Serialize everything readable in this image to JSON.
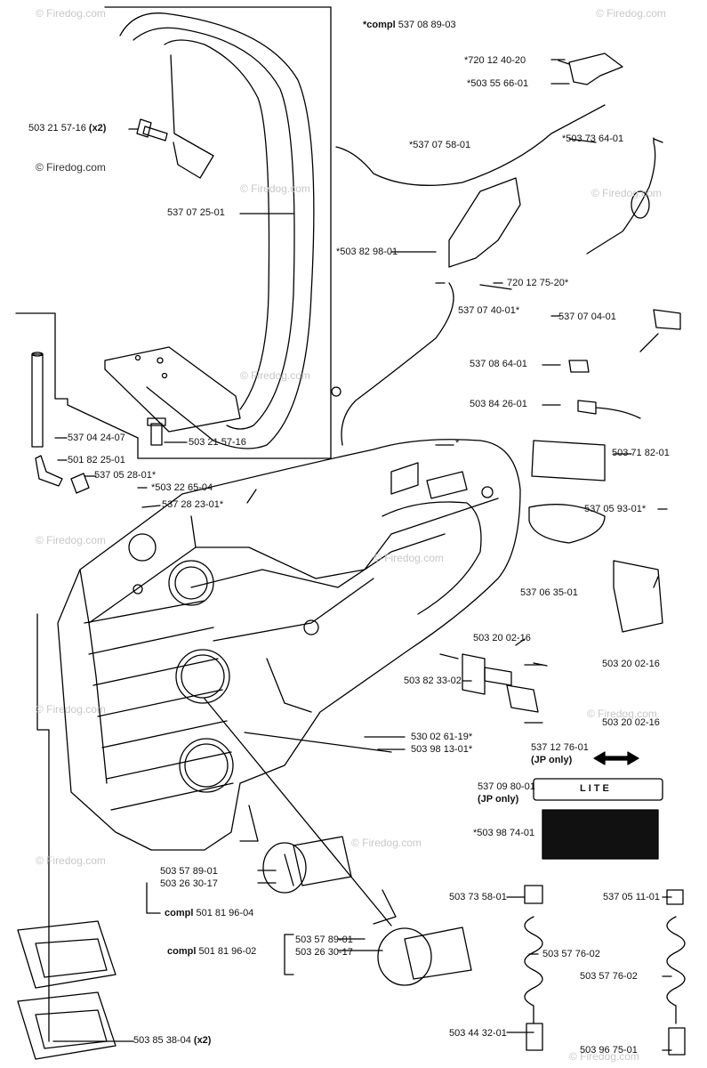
{
  "watermark": "© Firedog.com",
  "labels": {
    "compl_top": {
      "prefix": "*compl",
      "num": "537 08 89-03"
    },
    "l_720_12_40_20": "*720 12 40-20",
    "l_503_55_66_01": "*503 55 66-01",
    "l_503_21_57_16_x2": "503 21 57-16",
    "x2": "(x2)",
    "l_537_07_58_01": "*537 07 58-01",
    "l_503_73_64_01": "*503 73 64-01",
    "l_537_07_25_01": "537 07 25-01",
    "l_503_82_98_01": "*503 82 98-01",
    "l_720_12_75_20": "720 12 75-20*",
    "l_537_07_40_01": "537 07 40-01*",
    "l_537_07_04_01": "537 07 04-01",
    "l_537_08_64_01": "537 08 64-01",
    "l_503_84_26_01": "503 84 26-01",
    "l_537_04_24_07": "537 04 24-07",
    "l_503_21_57_16": "503 21 57-16",
    "l_star": "*",
    "l_503_71_82_01": "503 71 82-01",
    "l_501_82_25_01": "501 82 25-01",
    "l_537_05_28_01": "537 05 28-01*",
    "l_503_22_65_04": "*503 22 65-04",
    "l_537_28_23_01": "537 28 23-01*",
    "l_537_05_93_01": "537 05 93-01*",
    "l_537_06_35_01": "537 06 35-01",
    "l_503_20_02_16_a": "503 20 02-16",
    "l_503_20_02_16_b": "503 20 02-16",
    "l_503_82_33_02": "503 82 33-02",
    "l_503_20_02_16_c": "503 20 02-16",
    "l_530_02_61_19": "530 02 61-19*",
    "l_503_98_13_01": "503 98 13-01*",
    "l_537_12_76_01": "537 12 76-01",
    "jp_only_1": "(JP only)",
    "l_537_09_80_01": "537 09 80-01",
    "jp_only_2": "(JP only)",
    "lite_plate": "LITE",
    "l_503_98_74_01": "*503 98 74-01",
    "l_503_57_89_01_a": "503 57 89-01",
    "l_503_26_30_17_a": "503 26 30-17",
    "compl_1": {
      "prefix": "compl",
      "num": "501 81 96-04"
    },
    "l_503_73_58_01": "503 73 58-01",
    "l_537_05_11_01": "537 05 11-01",
    "compl_2": {
      "prefix": "compl",
      "num": "501 81 96-02"
    },
    "l_503_57_89_01_b": "503 57 89-01",
    "l_503_26_30_17_b": "503 26 30-17",
    "l_503_57_76_02_a": "503 57 76-02",
    "l_503_57_76_02_b": "503 57 76-02",
    "l_503_85_38_04": "503 85 38-04",
    "l_503_44_32_01": "503 44 32-01",
    "l_503_96_75_01": "503 96 75-01"
  }
}
